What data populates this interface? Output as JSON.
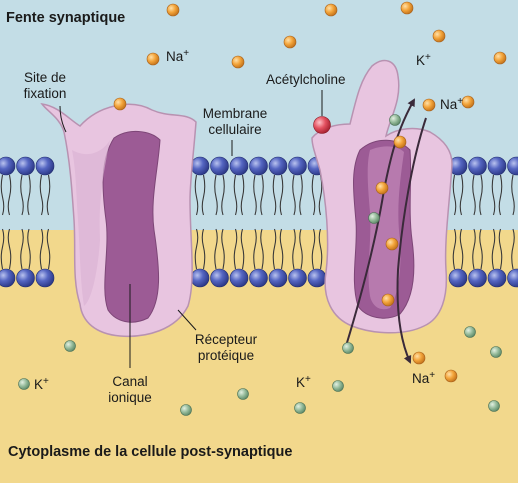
{
  "title_top": "Fente synaptique",
  "title_bottom": "Cytoplasme de la cellule post-synaptique",
  "labels": {
    "site_fixation": [
      "Site de",
      "fixation"
    ],
    "membrane": [
      "Membrane",
      "cellulaire"
    ],
    "acetylcholine": "Acétylcholine",
    "recepteur": [
      "Récepteur",
      "protéique"
    ],
    "canal": [
      "Canal",
      "ionique"
    ]
  },
  "ions": {
    "na_top": {
      "symbol": "Na",
      "charge": "+"
    },
    "k_top": {
      "symbol": "K",
      "charge": "+"
    },
    "na_channel": {
      "symbol": "Na",
      "charge": "+"
    },
    "k_bottom_left": {
      "symbol": "K",
      "charge": "+"
    },
    "k_bottom_mid": {
      "symbol": "K",
      "charge": "+"
    },
    "na_bottom": {
      "symbol": "Na",
      "charge": "+"
    }
  },
  "colors": {
    "extracellular": "#c3dde6",
    "cytoplasm": "#f2d88c",
    "phospholipid_head": "#4a5bb5",
    "receptor": "#e8c5e0",
    "channel": "#9c5b95",
    "sodium": "#f0a235",
    "potassium": "#8fb794",
    "acetylcholine": "#e04b5a"
  }
}
